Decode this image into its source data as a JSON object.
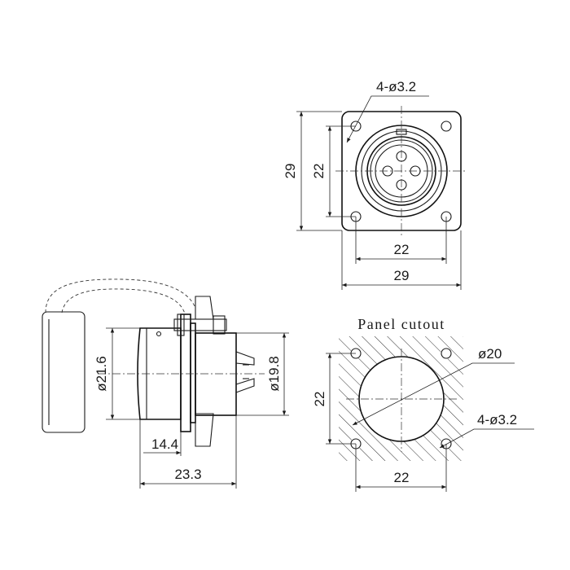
{
  "front_view": {
    "hole_callout": "4-ø3.2",
    "height_outer": "29",
    "height_inner": "22",
    "width_inner": "22",
    "width_outer": "29"
  },
  "side_view": {
    "diameter_body": "ø21.6",
    "diameter_rear": "ø19.8",
    "length_front": "14.4",
    "length_total": "23.3"
  },
  "panel_cutout": {
    "title": "Panel cutout",
    "hole_diameter": "ø20",
    "hole_callout": "4-ø3.2",
    "height": "22",
    "width": "22"
  }
}
